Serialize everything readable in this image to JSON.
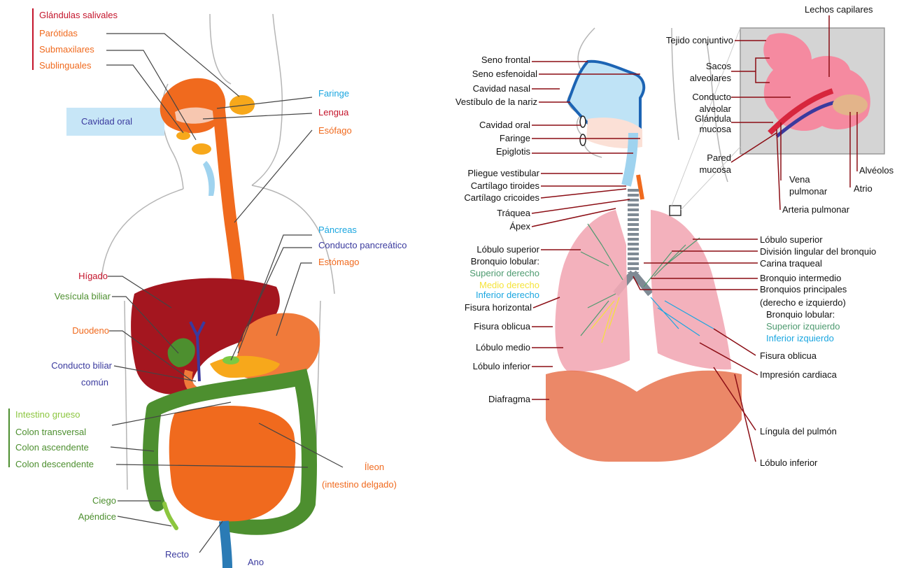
{
  "colors": {
    "salivary": "#c4142b",
    "digest_orange": "#f06a1e",
    "liver": "#a4161f",
    "intestine_green": "#4d8f2f",
    "faringe_blue": "#1aa6e0",
    "duct_navy": "#3a3a9e",
    "lung_pink": "#f2a9b5",
    "diaphragm": "#e8734e",
    "nasal_blue": "#bfe3f6",
    "leader_digestive": "#444444",
    "leader_respiratory": "#8b0d14"
  },
  "digestive": {
    "glandulas_salivales": "Glándulas salivales",
    "parotidas": "Parótidas",
    "submaxilares": "Submaxilares",
    "sublinguales": "Sublinguales",
    "cavidad_oral": "Cavidad oral",
    "faringe": "Faringe",
    "lengua": "Lengua",
    "esofago": "Esófago",
    "pancreas": "Páncreas",
    "conducto_pancreatico": "Conducto pancreático",
    "estomago": "Estómago",
    "higado": "Hígado",
    "vesicula_biliar": "Vesícula biliar",
    "duodeno": "Duodeno",
    "conducto_biliar_1": "Conducto biliar",
    "conducto_biliar_2": "común",
    "intestino_grueso": "Intestino grueso",
    "colon_transversal": "Colon transversal",
    "colon_ascendente": "Colon ascendente",
    "colon_descendente": "Colon descendente",
    "ileon_1": "Íleon",
    "ileon_2": "(intestino delgado)",
    "ciego": "Ciego",
    "apendice": "Apéndice",
    "recto": "Recto",
    "ano": "Ano"
  },
  "respiratory": {
    "seno_frontal": "Seno frontal",
    "seno_esfenoidal": "Seno esfenoidal",
    "cavidad_nasal": "Cavidad nasal",
    "vestibulo_nariz": "Vestíbulo de la nariz",
    "cavidad_oral": "Cavidad oral",
    "faringe": "Faringe",
    "epiglotis": "Epiglotis",
    "pliegue_vestibular": "Pliegue vestibular",
    "cartilago_tiroides": "Cartílago tiroides",
    "cartilago_cricoides": "Cartílago cricoides",
    "traquea": "Tráquea",
    "apex": "Ápex",
    "lobulo_superior_der": "Lóbulo superior",
    "bronquio_lobular": "Bronquio lobular:",
    "superior_derecho": "Superior derecho",
    "medio_derecho": "Medio derecho",
    "inferior_derecho": "Inferior derecho",
    "fisura_horizontal": "Fisura horizontal",
    "fisura_oblicua_der": "Fisura oblicua",
    "lobulo_medio": "Lóbulo medio",
    "lobulo_inferior_der": "Lóbulo inferior",
    "diafragma": "Diafragma",
    "tejido_conjuntivo": "Tejido conjuntivo",
    "lechos_capilares": "Lechos capilares",
    "sacos_alveolares_1": "Sacos",
    "sacos_alveolares_2": "alveolares",
    "conducto_alveolar_1": "Conducto",
    "conducto_alveolar_2": "alveolar",
    "glandula_mucosa_1": "Glándula",
    "glandula_mucosa_2": "mucosa",
    "pared_mucosa_1": "Pared",
    "pared_mucosa_2": "mucosa",
    "alveolos": "Alvéolos",
    "vena_pulmonar_1": "Vena",
    "vena_pulmonar_2": "pulmonar",
    "atrio": "Atrio",
    "arteria_pulmonar": "Arteria pulmonar",
    "lobulo_superior_izq": "Lóbulo superior",
    "division_lingular": "División lingular del bronquio",
    "carina_traqueal": "Carina traqueal",
    "bronquio_intermedio": "Bronquio intermedio",
    "bronquios_principales_1": "Bronquios principales",
    "bronquios_principales_2": "(derecho e izquierdo)",
    "bronquio_lobular_izq": "Bronquio lobular:",
    "superior_izquierdo": "Superior izquierdo",
    "inferior_izquierdo": "Inferior izquierdo",
    "fisura_oblicua_izq": "Fisura oblicua",
    "impresion_cardiaca": "Impresión cardiaca",
    "lingula_pulmon": "Língula del pulmón",
    "lobulo_inferior_izq": "Lóbulo inferior"
  }
}
